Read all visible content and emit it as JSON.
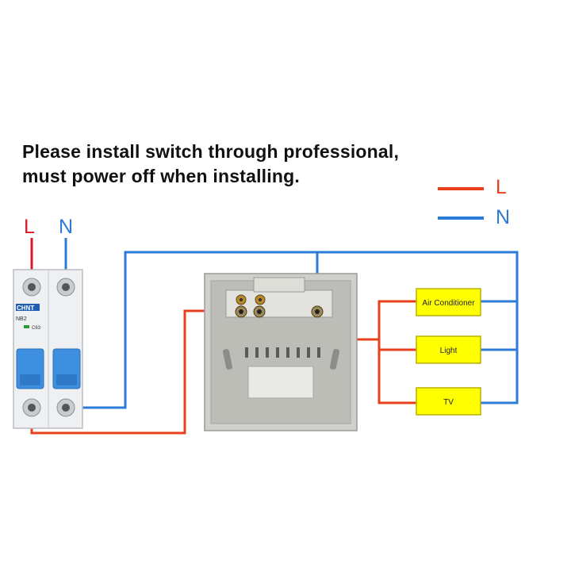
{
  "notice": {
    "line1": "Please install switch through professional,",
    "line2": "must power off when installing."
  },
  "legend": {
    "live": "L",
    "neutral": "N"
  },
  "breaker": {
    "top_live": "L",
    "top_neutral": "N",
    "brand": "CHNT",
    "model": "NB2",
    "rating": "C63"
  },
  "loads": [
    {
      "label": "Air Conditioner"
    },
    {
      "label": "Light"
    },
    {
      "label": "TV"
    }
  ],
  "colors": {
    "live_wire": "#e8401c",
    "neutral_wire": "#2c7bd6",
    "load_fill": "#ffff00",
    "breaker_blue": "#3f8fe0"
  }
}
